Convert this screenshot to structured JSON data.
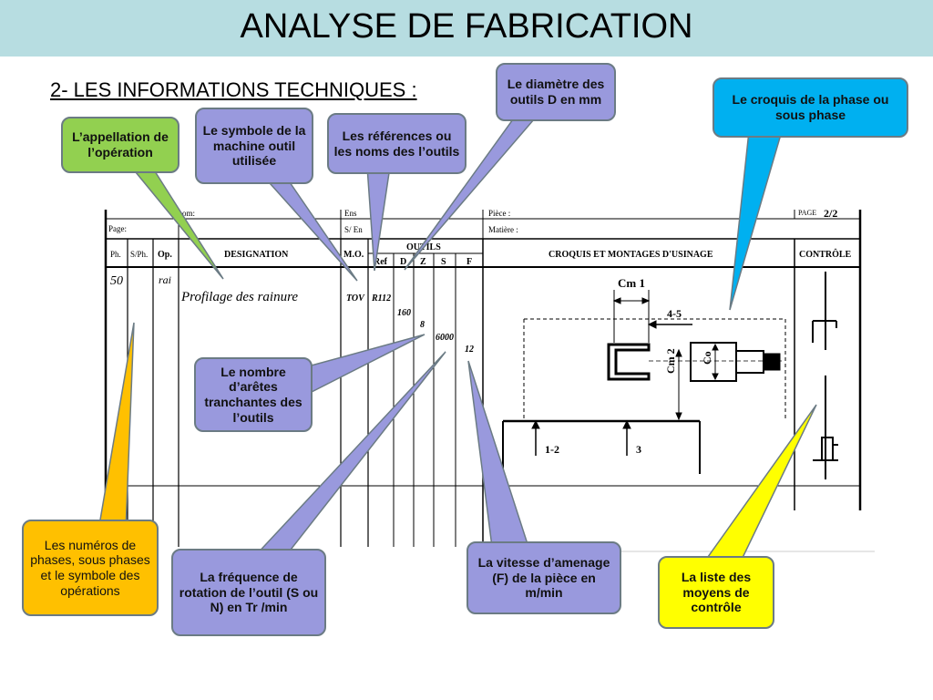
{
  "title": "ANALYSE DE FABRICATION",
  "subtitle": "2- LES INFORMATIONS TECHNIQUES :",
  "callouts": {
    "appellation": "L’appellation de l’opération",
    "symbole_machine": "Le symbole de la machine outil utilisée",
    "references": "Les références ou les noms des l’outils",
    "diametre": "Le diamètre des outils D en mm",
    "croquis": "Le croquis de la phase ou sous phase",
    "aretes": "Le nombre d’arêtes tranchantes des l’outils",
    "numeros": "Les numéros de phases, sous phases et le symbole des opérations",
    "frequence": "La fréquence de rotation de l’outil (S ou N) en Tr /min",
    "vitesse": "La vitesse d’amenage  (F) de la pièce en m/min",
    "controle": "La liste des moyens de contrôle"
  },
  "form": {
    "nom": "om:",
    "ens": "Ens",
    "piece": "Pièce :",
    "page_top": "PAGE",
    "page_num": "2/2",
    "page": "Page:",
    "s_en": "S/ En",
    "matiere": "Matière :",
    "headers": {
      "ph": "Ph.",
      "sph": "S/Ph.",
      "op": "Op.",
      "designation": "DESIGNATION",
      "mo": "M.O.",
      "outils": "OUTILS",
      "ref": "Ref",
      "d": "D",
      "z": "Z",
      "s": "S",
      "f": "F",
      "croquis": "CROQUIS ET MONTAGES D'USINAGE",
      "controle": "CONTRÔLE"
    },
    "row": {
      "ph": "50",
      "op": "rai",
      "designation": "Profilage des rainure",
      "mo": "TOV",
      "ref": "R112",
      "d": "160",
      "z": "8",
      "s": "6000",
      "f": "12"
    },
    "sketch": {
      "cm1": "Cm 1",
      "cm2": "Cm 2",
      "co": "Co",
      "dim45": "4-5",
      "dim12": "1-2",
      "dim3": "3"
    }
  }
}
